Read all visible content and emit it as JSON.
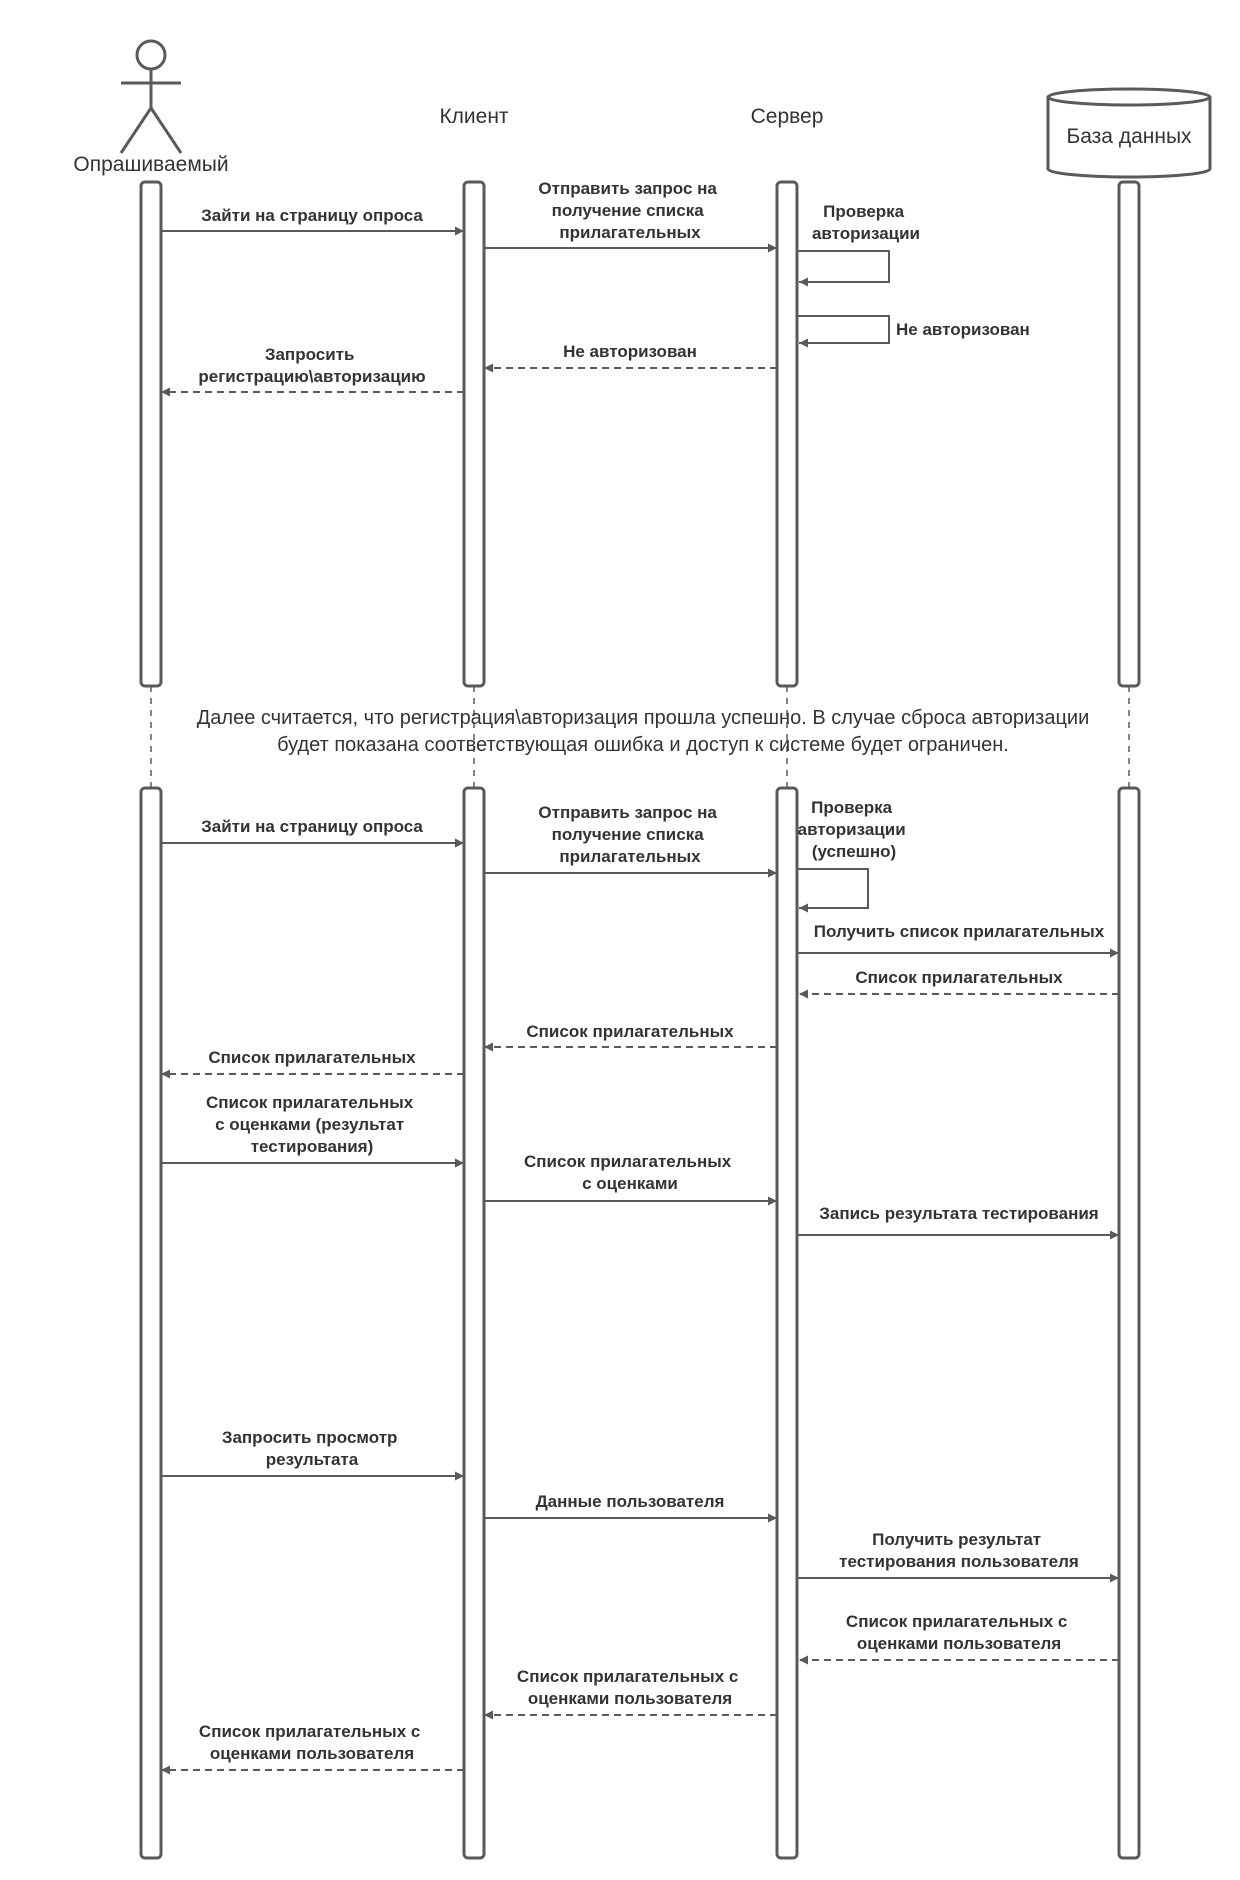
{
  "participants": {
    "actor": "Опрашиваемый",
    "client": "Клиент",
    "server": "Сервер",
    "database": "База данных"
  },
  "icons": {
    "actor": "stick-figure-actor-icon",
    "database": "cylinder-database-icon"
  },
  "colors": {
    "line": "#5a5a5a",
    "text": "#333333",
    "background": "#ffffff"
  },
  "note": {
    "line1": "Далее считается, что регистрация\\авторизация прошла успешно. В случае сброса авторизации",
    "line2": "будет показана соответствующая ошибка и доступ к системе будет ограничен."
  },
  "messages": [
    {
      "from": "actor",
      "to": "client",
      "type": "sync",
      "lines": [
        "Зайти на страницу опроса"
      ]
    },
    {
      "from": "client",
      "to": "server",
      "type": "sync",
      "lines": [
        "Отправить запрос на",
        "получение списка",
        "прилагательных"
      ]
    },
    {
      "from": "server",
      "to": "server",
      "type": "self",
      "lines": [
        "Проверка",
        "авторизации"
      ]
    },
    {
      "from": "server",
      "to": "server",
      "type": "self",
      "lines": [
        "Не авторизован"
      ]
    },
    {
      "from": "server",
      "to": "client",
      "type": "reply",
      "lines": [
        "Не авторизован"
      ]
    },
    {
      "from": "client",
      "to": "actor",
      "type": "reply",
      "lines": [
        "Запросить",
        "регистрацию\\авторизацию"
      ]
    },
    {
      "from": "actor",
      "to": "client",
      "type": "sync",
      "lines": [
        "Зайти на страницу опроса"
      ]
    },
    {
      "from": "client",
      "to": "server",
      "type": "sync",
      "lines": [
        "Отправить запрос на",
        "получение списка",
        "прилагательных"
      ]
    },
    {
      "from": "server",
      "to": "server",
      "type": "self",
      "lines": [
        "Проверка",
        "авторизации",
        "(успешно)"
      ]
    },
    {
      "from": "server",
      "to": "database",
      "type": "sync",
      "lines": [
        "Получить список прилагательных"
      ]
    },
    {
      "from": "database",
      "to": "server",
      "type": "reply",
      "lines": [
        "Список прилагательных"
      ]
    },
    {
      "from": "server",
      "to": "client",
      "type": "reply",
      "lines": [
        "Список прилагательных"
      ]
    },
    {
      "from": "client",
      "to": "actor",
      "type": "reply",
      "lines": [
        "Список прилагательных"
      ]
    },
    {
      "from": "actor",
      "to": "client",
      "type": "sync",
      "lines": [
        "Список прилагательных",
        "с оценками (результат",
        "тестирования)"
      ]
    },
    {
      "from": "client",
      "to": "server",
      "type": "sync",
      "lines": [
        "Список прилагательных",
        "с оценками"
      ]
    },
    {
      "from": "server",
      "to": "database",
      "type": "sync",
      "lines": [
        "Запись результата тестирования"
      ]
    },
    {
      "from": "actor",
      "to": "client",
      "type": "sync",
      "lines": [
        "Запросить просмотр",
        "результата"
      ]
    },
    {
      "from": "client",
      "to": "server",
      "type": "sync",
      "lines": [
        "Данные пользователя"
      ]
    },
    {
      "from": "server",
      "to": "database",
      "type": "sync",
      "lines": [
        "Получить результат",
        "тестирования пользователя"
      ]
    },
    {
      "from": "database",
      "to": "server",
      "type": "reply",
      "lines": [
        "Список прилагательных с",
        "оценками пользователя"
      ]
    },
    {
      "from": "server",
      "to": "client",
      "type": "reply",
      "lines": [
        "Список прилагательных с",
        "оценками пользователя"
      ]
    },
    {
      "from": "client",
      "to": "actor",
      "type": "reply",
      "lines": [
        "Список прилагательных с",
        "оценками пользователя"
      ]
    }
  ]
}
